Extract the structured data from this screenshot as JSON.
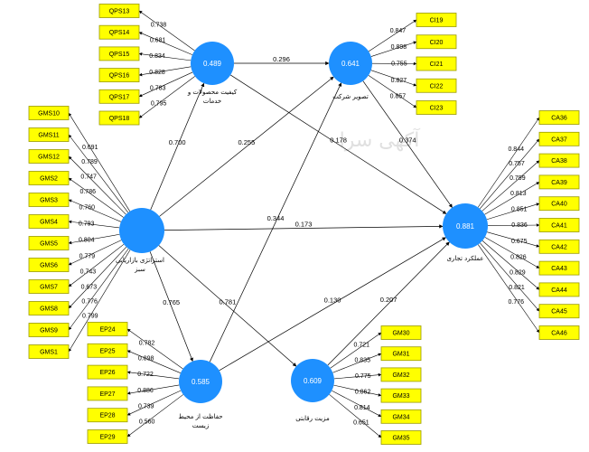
{
  "watermark": "آکهی سرا",
  "latent": {
    "qps": {
      "name_lines": [
        "کیفیت محصولات و",
        "خدمات"
      ],
      "value": "0.489"
    },
    "ci": {
      "name_lines": [
        "تصویر شرکت"
      ],
      "value": "0.641"
    },
    "gms": {
      "name_lines": [
        "استراتژی بازاریابی",
        "سبز"
      ],
      "value": ""
    },
    "ca": {
      "name_lines": [
        "عملکرد تجاری"
      ],
      "value": "0.881"
    },
    "ep": {
      "name_lines": [
        "حفاظت از محیط",
        "زیست"
      ],
      "value": "0.585"
    },
    "gm": {
      "name_lines": [
        "مزیت رقابتی"
      ],
      "value": "0.609"
    }
  },
  "indicators": {
    "qps": {
      "labels": [
        "QPS13",
        "QPS14",
        "QPS15",
        "QPS16",
        "QPS17",
        "QPS18"
      ],
      "loadings": [
        "0.738",
        "0.681",
        "0.834",
        "0.828",
        "0.783",
        "0.795"
      ]
    },
    "ci": {
      "labels": [
        "CI19",
        "CI20",
        "CI21",
        "CI22",
        "CI23"
      ],
      "loadings": [
        "0.847",
        "0.898",
        "0.755",
        "0.827",
        "0.857"
      ]
    },
    "gms": {
      "labels": [
        "GMS10",
        "GMS11",
        "GMS12",
        "GMS2",
        "GMS3",
        "GMS4",
        "GMS5",
        "GMS6",
        "GMS7",
        "GMS8",
        "GMS9",
        "GMS1"
      ],
      "loadings": [
        "0.691",
        "0.789",
        "0.747",
        "0.786",
        "0.760",
        "0.793",
        "0.804",
        "0.779",
        "0.743",
        "0.673",
        "0.776",
        "0.799"
      ]
    },
    "ca": {
      "labels": [
        "CA36",
        "CA37",
        "CA38",
        "CA39",
        "CA40",
        "CA41",
        "CA42",
        "CA43",
        "CA44",
        "CA45",
        "CA46"
      ],
      "loadings": [
        "0.844",
        "0.757",
        "0.799",
        "0.813",
        "0.851",
        "0.836",
        "0.675",
        "0.826",
        "0.829",
        "0.821",
        "0.776"
      ]
    },
    "ep": {
      "labels": [
        "EP24",
        "EP25",
        "EP26",
        "EP27",
        "EP28",
        "EP29"
      ],
      "loadings": [
        "0.782",
        "0.898",
        "0.722",
        "0.886",
        "0.739",
        "0.560"
      ]
    },
    "gm": {
      "labels": [
        "GM30",
        "GM31",
        "GM32",
        "GM33",
        "GM34",
        "GM35"
      ],
      "loadings": [
        "0.721",
        "0.835",
        "0.775",
        "0.862",
        "0.814",
        "0.651"
      ]
    }
  },
  "paths": [
    {
      "from": "gms",
      "to": "qps",
      "coef": "0.700"
    },
    {
      "from": "gms",
      "to": "ci",
      "coef": "0.255"
    },
    {
      "from": "gms",
      "to": "ca",
      "coef": "0.173"
    },
    {
      "from": "gms",
      "to": "ep",
      "coef": "0.765"
    },
    {
      "from": "gms",
      "to": "gm",
      "coef": "0.781"
    },
    {
      "from": "qps",
      "to": "ci",
      "coef": "0.296"
    },
    {
      "from": "qps",
      "to": "ca",
      "coef": "0.178"
    },
    {
      "from": "ci",
      "to": "ca",
      "coef": "0.374"
    },
    {
      "from": "ep",
      "to": "ci",
      "coef": "0.344"
    },
    {
      "from": "ep",
      "to": "ca",
      "coef": "0.130"
    },
    {
      "from": "gm",
      "to": "ca",
      "coef": "0.207"
    }
  ]
}
